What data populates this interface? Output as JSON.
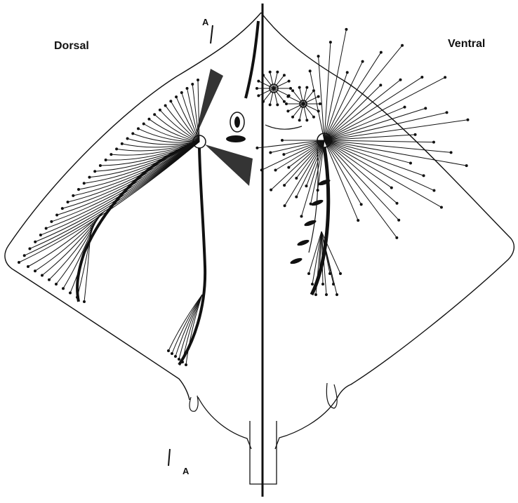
{
  "labels": {
    "dorsal": "Dorsal",
    "ventral": "Ventral",
    "section_top": "A",
    "section_bottom": "A"
  },
  "colors": {
    "ink": "#111111",
    "background": "#ffffff"
  }
}
